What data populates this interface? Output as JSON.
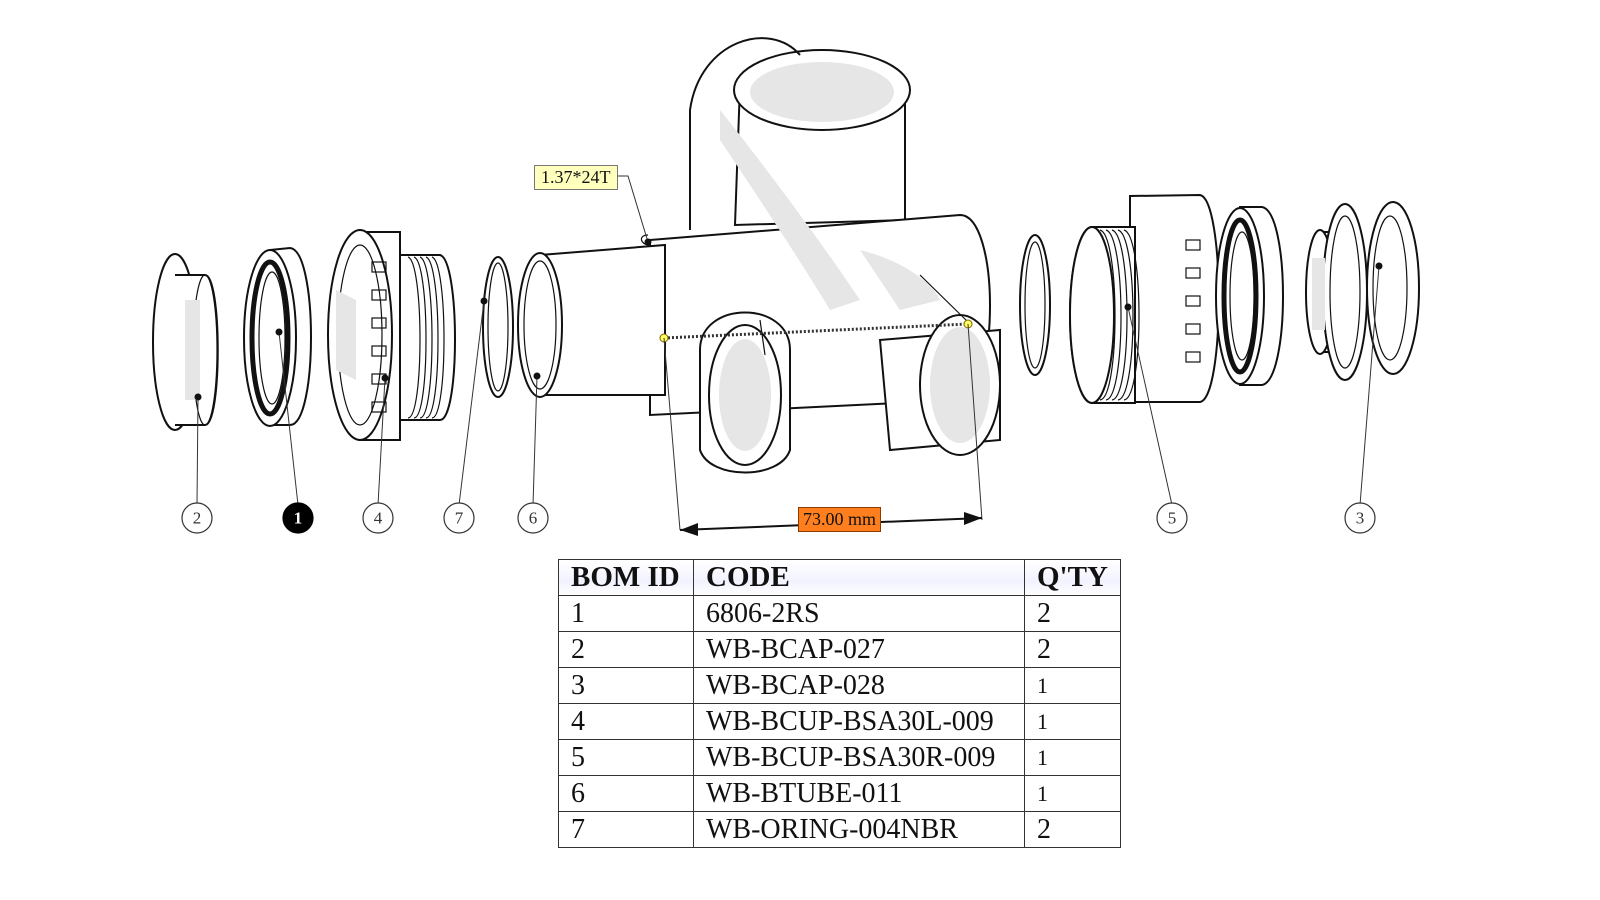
{
  "annotations": {
    "spec_label": "1.37*24T",
    "dimension_label": "73.00 mm"
  },
  "callouts": [
    {
      "id": "2",
      "highlighted": false
    },
    {
      "id": "1",
      "highlighted": true
    },
    {
      "id": "4",
      "highlighted": false
    },
    {
      "id": "7",
      "highlighted": false
    },
    {
      "id": "6",
      "highlighted": false
    },
    {
      "id": "5",
      "highlighted": false
    },
    {
      "id": "3",
      "highlighted": false
    }
  ],
  "bom": {
    "headers": [
      "BOM ID",
      "CODE",
      "Q'TY"
    ],
    "rows": [
      [
        "1",
        "6806-2RS",
        "2"
      ],
      [
        "2",
        "WB-BCAP-027",
        "2"
      ],
      [
        "3",
        "WB-BCAP-028",
        "1"
      ],
      [
        "4",
        "WB-BCUP-BSA30L-009",
        "1"
      ],
      [
        "5",
        "WB-BCUP-BSA30R-009",
        "1"
      ],
      [
        "6",
        "WB-BTUBE-011",
        "1"
      ],
      [
        "7",
        "WB-ORING-004NBR",
        "2"
      ]
    ]
  },
  "colors": {
    "spec_label_bg": "#ffffbe",
    "dimension_label_bg": "#ff7f1e",
    "highlight_callout": "#000000"
  }
}
